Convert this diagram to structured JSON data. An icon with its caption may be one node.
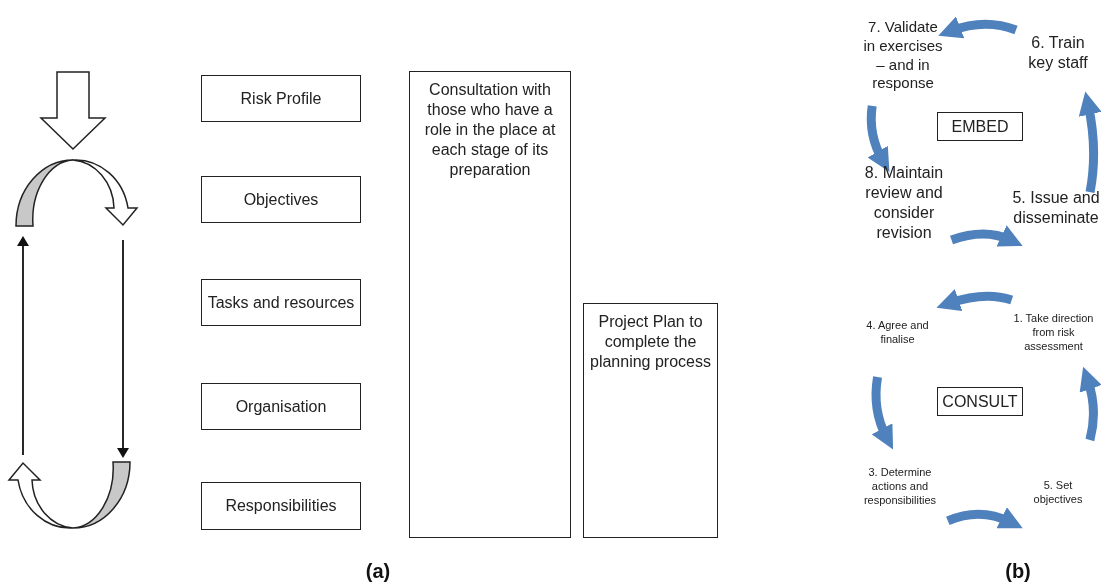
{
  "diagram": {
    "nodes": [
      {
        "text": [
          "Risk Profile"
        ]
      },
      {
        "text": [
          "Objectives"
        ]
      },
      {
        "text": [
          "Tasks and resources"
        ]
      },
      {
        "text": [
          "Organisation"
        ]
      },
      {
        "text": [
          "Responsibilities"
        ]
      },
      {
        "text": [
          "Consultation with those who have a role in the place at each stage of its preparation"
        ]
      },
      {
        "text": [
          "Project Plan to complete the planning process"
        ]
      },
      {
        "text": [
          "7. Validate in exercises – and in response"
        ]
      },
      {
        "text": [
          "6. Train key staff"
        ]
      },
      {
        "text": [
          "EMBED"
        ]
      },
      {
        "text": [
          "8. Maintain review and consider revision"
        ]
      },
      {
        "text": [
          "5. Issue and disseminate"
        ]
      },
      {
        "text": [
          "4. Agree and finalise"
        ]
      },
      {
        "text": [
          "1. Take direction from risk assessment"
        ]
      },
      {
        "text": [
          "CONSULT"
        ]
      },
      {
        "text": [
          "3. Determine actions and responsibilities"
        ]
      },
      {
        "text": [
          "5. Set objectives"
        ]
      }
    ],
    "edges": [
      {
        "from": 8,
        "to": 7,
        "arrow": "to",
        "color": "#4f81bd"
      },
      {
        "from": 7,
        "to": 10,
        "arrow": "to",
        "color": "#4f81bd"
      },
      {
        "from": 10,
        "to": 11,
        "arrow": "to",
        "color": "#4f81bd"
      },
      {
        "from": 11,
        "to": 8,
        "arrow": "to",
        "color": "#4f81bd"
      },
      {
        "from": 13,
        "to": 12,
        "arrow": "to",
        "color": "#4f81bd"
      },
      {
        "from": 12,
        "to": 15,
        "arrow": "to",
        "color": "#4f81bd"
      },
      {
        "from": 15,
        "to": 16,
        "arrow": "to",
        "color": "#4f81bd"
      },
      {
        "from": 16,
        "to": 13,
        "arrow": "to",
        "color": "#4f81bd"
      }
    ],
    "labels": [
      "(a)",
      "(b)"
    ]
  }
}
